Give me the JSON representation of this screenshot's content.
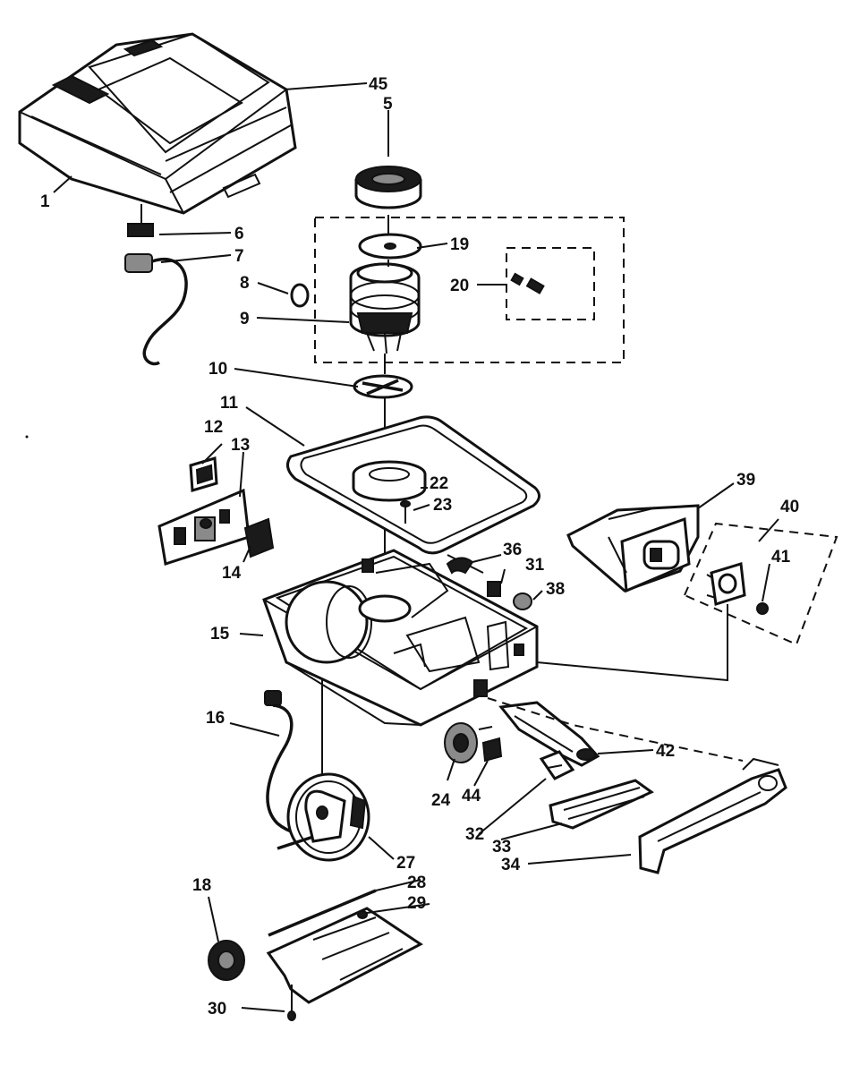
{
  "callouts": {
    "c1": "1",
    "c5": "5",
    "c6": "6",
    "c7": "7",
    "c8": "8",
    "c9": "9",
    "c10": "10",
    "c11": "11",
    "c12": "12",
    "c13": "13",
    "c14": "14",
    "c15": "15",
    "c16": "16",
    "c18": "18",
    "c19": "19",
    "c20": "20",
    "c22": "22",
    "c23": "23",
    "c24": "24",
    "c27": "27",
    "c28": "28",
    "c29": "29",
    "c30": "30",
    "c31": "31",
    "c32": "32",
    "c33": "33",
    "c34": "34",
    "c36": "36",
    "c38": "38",
    "c39": "39",
    "c40": "40",
    "c41": "41",
    "c42": "42",
    "c44": "44",
    "c45": "45"
  }
}
